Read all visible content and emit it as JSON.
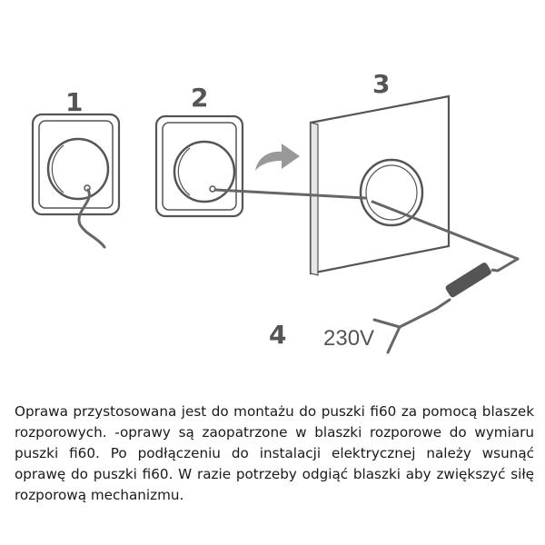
{
  "steps": {
    "step1": "1",
    "step2": "2",
    "step3": "3",
    "step4": "4"
  },
  "voltage_label": "230V",
  "caption": "Oprawa przystosowana jest do montażu do puszki fi60 za pomocą blaszek rozporowych. -oprawy są zaopatrzone w blaszki rozporowe do wymiaru puszki fi60. Po podłączeniu do instalacji elektrycznej należy wsunąć oprawę do puszki fi60. W razie potrzeby odgiąć blaszki aby zwiększyć siłę rozporową mechanizmu.",
  "colors": {
    "stroke": "#555555",
    "wire": "#666666",
    "arrow": "#999999",
    "text": "#1a1a1a"
  },
  "icons": [
    "curved-arrow-icon",
    "cable-connector-icon"
  ]
}
